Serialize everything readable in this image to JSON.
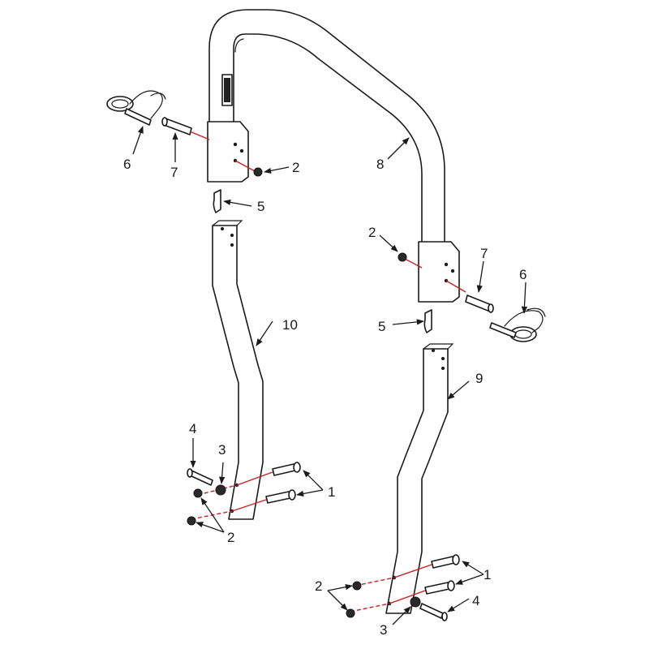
{
  "colors": {
    "line": "#1a1a1a",
    "assembly_line": "#cc1f1f",
    "background": "#ffffff"
  },
  "callouts": {
    "c1a": "1",
    "c1b": "1",
    "c2a": "2",
    "c2b": "2",
    "c2c": "2",
    "c2d": "2",
    "c3a": "3",
    "c3b": "3",
    "c4a": "4",
    "c4b": "4",
    "c5a": "5",
    "c5b": "5",
    "c6a": "6",
    "c6b": "6",
    "c7a": "7",
    "c7b": "7",
    "c8": "8",
    "c9": "9",
    "c10": "10"
  }
}
